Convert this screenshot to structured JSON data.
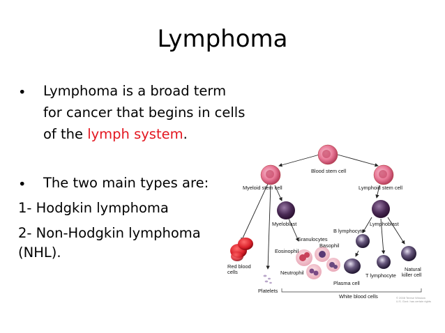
{
  "slide": {
    "title": "Lymphoma",
    "bullet1": {
      "line1": "Lymphoma is a broad term",
      "line2": "for cancer that begins in cells",
      "line3_prefix": "of the ",
      "line3_highlight": "lymph system",
      "line3_suffix": "."
    },
    "bullet2": "The two main types are:",
    "item1": "1- Hodgkin lymphoma",
    "item2": "2- Non-Hodgkin lymphoma",
    "item3": "(NHL).",
    "bullet_symbol": "•"
  },
  "diagram": {
    "labels": {
      "blood_stem_cell": "Blood stem cell",
      "myeloid_stem_cell": "Myeloid stem cell",
      "lymphoid_stem_cell": "Lymphoid stem cell",
      "myeloblast": "Myeloblast",
      "lymphoblast": "Lymphoblast",
      "b_lymphocyte": "B lymphocyte",
      "granulocytes": "Granulocytes",
      "basophil": "Basophil",
      "eosinophil": "Eosinophil",
      "neutrophil": "Neutrophil",
      "red_blood_cells_1": "Red blood",
      "red_blood_cells_2": "cells",
      "platelets": "Platelets",
      "plasma_cell": "Plasma cell",
      "t_lymphocyte": "T lymphocyte",
      "natural_killer_1": "Natural",
      "natural_killer_2": "killer cell",
      "white_blood_cells": "White blood cells",
      "copyright_1": "© 2008 Terese Winslow",
      "copyright_2": "U.S. Govt. has certain rights"
    },
    "colors": {
      "highlight_red": "#e3161f",
      "stem_cell_pink": "#e87896",
      "blast_purple": "#4a2a55",
      "red_blood_cell": "#d9202a"
    }
  }
}
